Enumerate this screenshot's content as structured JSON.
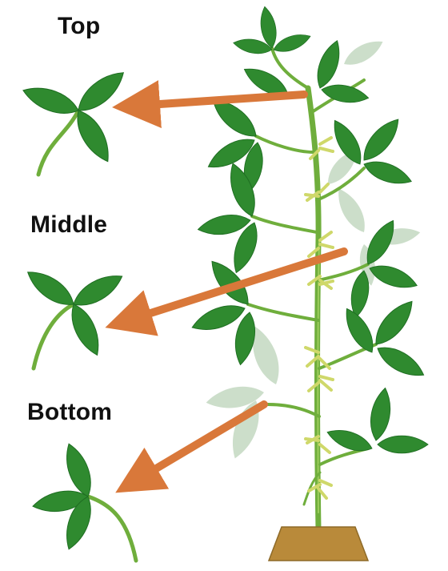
{
  "labels": {
    "top": "Top",
    "middle": "Middle",
    "bottom": "Bottom"
  },
  "colors": {
    "leaf": "#2f8a2f",
    "leaf_dark": "#1f6e22",
    "leaf_faded": "#b9d2b7",
    "stem": "#6fae3c",
    "arrow": "#d9783a",
    "pot": "#b98a3a",
    "flower": "#e9ec9a"
  },
  "icons": [
    "trifoliate-leaf-icon",
    "soybean-plant-icon",
    "arrow-icon",
    "pot-icon"
  ]
}
